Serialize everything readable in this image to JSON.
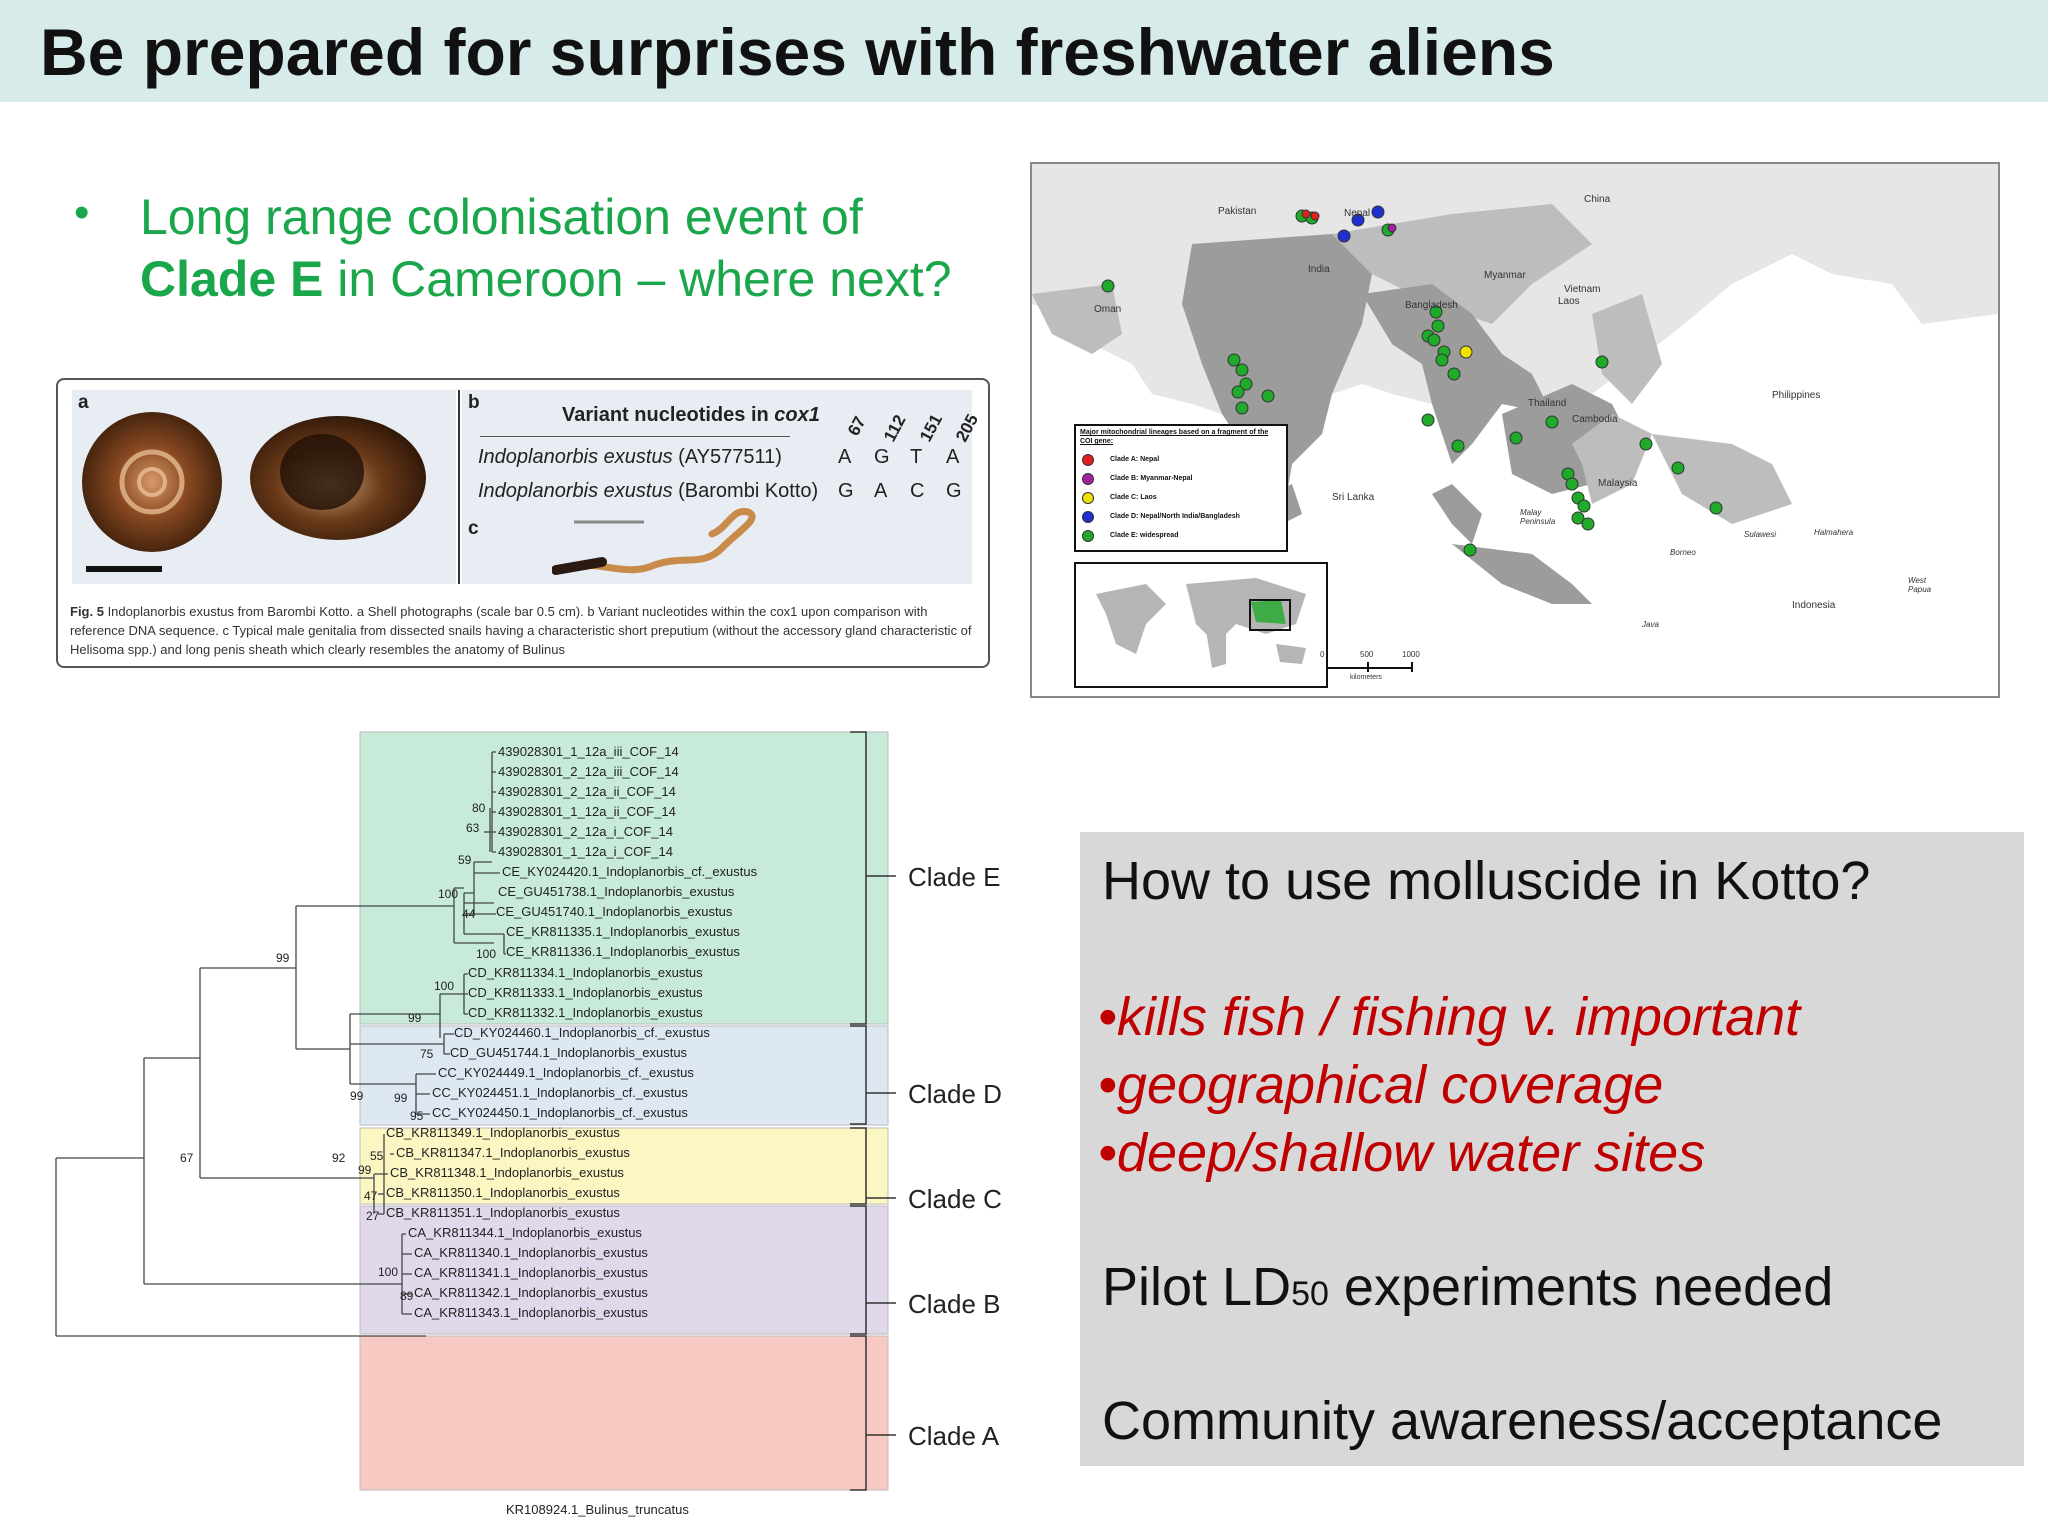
{
  "slide": {
    "title": "Be prepared for surprises with freshwater aliens",
    "bullet": {
      "part1": "Long range colonisation event of",
      "bold": "Clade E",
      "part2": " in Cameroon – where next?"
    }
  },
  "figure": {
    "panel_a": "a",
    "panel_b": "b",
    "panel_c": "c",
    "table_header": "Variant nucleotides in ",
    "table_header_gene": "cox1",
    "positions": [
      "67",
      "112",
      "151",
      "205"
    ],
    "rows": [
      {
        "species": "Indoplanorbis exustus",
        "ref": " (AY577511)",
        "bases": [
          "A",
          "G",
          "T",
          "A"
        ]
      },
      {
        "species": "Indoplanorbis exustus",
        "ref": " (Barombi Kotto)",
        "bases": [
          "G",
          "A",
          "C",
          "G"
        ]
      }
    ],
    "caption_label": "Fig. 5",
    "caption_text": " Indoplanorbis exustus from Barombi Kotto. a Shell photographs (scale bar 0.5 cm). b Variant nucleotides within the cox1 upon comparison with reference DNA sequence. c Typical male genitalia from dissected snails having a characteristic short preputium (without the accessory gland characteristic of Helisoma spp.) and long penis sheath which clearly resembles the anatomy of Bulinus"
  },
  "map": {
    "countries": [
      "Pakistan",
      "Nepal",
      "China",
      "India",
      "Oman",
      "Bangladesh",
      "Myanmar",
      "Vietnam",
      "Laos",
      "Thailand",
      "Cambodia",
      "Philippines",
      "Sri Lanka",
      "Malaysia",
      "Malay Peninsula",
      "Borneo",
      "Sulawesi",
      "Halmahera",
      "West Papua",
      "Java",
      "Indonesia"
    ],
    "legend_title": "Major mitochondrial lineages based on a fragment of the COI gene:",
    "legend": [
      {
        "label": "Clade A: Nepal",
        "color": "#e02020"
      },
      {
        "label": "Clade B: Myanmar-Nepal",
        "color": "#a020a0"
      },
      {
        "label": "Clade C: Laos",
        "color": "#f2e200"
      },
      {
        "label": "Clade D: Nepal/North India/Bangladesh",
        "color": "#2030d0"
      },
      {
        "label": "Clade E: widespread",
        "color": "#1faa2a"
      }
    ],
    "scale": [
      "0",
      "500",
      "1000"
    ],
    "scale_unit": "kilometers"
  },
  "tree": {
    "taxa": [
      "439028301_1_12a_iii_COF_14",
      "439028301_2_12a_iii_COF_14",
      "439028301_2_12a_ii_COF_14",
      "439028301_1_12a_ii_COF_14",
      "439028301_2_12a_i_COF_14",
      "439028301_1_12a_i_COF_14",
      "CE_KY024420.1_Indoplanorbis_cf._exustus",
      "CE_GU451738.1_Indoplanorbis_exustus",
      "CE_GU451740.1_Indoplanorbis_exustus",
      "CE_KR811335.1_Indoplanorbis_exustus",
      "CE_KR811336.1_Indoplanorbis_exustus",
      "CD_KR811334.1_Indoplanorbis_exustus",
      "CD_KR811333.1_Indoplanorbis_exustus",
      "CD_KR811332.1_Indoplanorbis_exustus",
      "CD_KY024460.1_Indoplanorbis_cf._exustus",
      "CD_GU451744.1_Indoplanorbis_exustus",
      "CC_KY024449.1_Indoplanorbis_cf._exustus",
      "CC_KY024451.1_Indoplanorbis_cf._exustus",
      "CC_KY024450.1_Indoplanorbis_cf._exustus",
      "CB_KR811349.1_Indoplanorbis_exustus",
      "CB_KR811347.1_Indoplanorbis_exustus",
      "CB_KR811348.1_Indoplanorbis_exustus",
      "CB_KR811350.1_Indoplanorbis_exustus",
      "CB_KR811351.1_Indoplanorbis_exustus",
      "CA_KR811344.1_Indoplanorbis_exustus",
      "CA_KR811340.1_Indoplanorbis_exustus",
      "CA_KR811341.1_Indoplanorbis_exustus",
      "CA_KR811342.1_Indoplanorbis_exustus",
      "CA_KR811343.1_Indoplanorbis_exustus",
      "KR108924.1_Bulinus_truncatus"
    ],
    "clades": [
      {
        "label": "Clade E",
        "color": "#c8ead8"
      },
      {
        "label": "Clade D",
        "color": "#dde8f3"
      },
      {
        "label": "Clade C",
        "color": "#fbf6c2"
      },
      {
        "label": "Clade B",
        "color": "#e1d8ec"
      },
      {
        "label": "Clade A",
        "color": "#f8c9c3"
      }
    ],
    "support": [
      "80",
      "63",
      "59",
      "100",
      "44",
      "100",
      "100",
      "99",
      "75",
      "99",
      "99",
      "95",
      "55",
      "99",
      "47",
      "27",
      "100",
      "89",
      "92",
      "67",
      "99"
    ]
  },
  "info_box": {
    "question": "How to use molluscide in Kotto?",
    "points": [
      "•kills fish / fishing v. important",
      "•geographical coverage",
      "•deep/shallow water sites"
    ],
    "pilot_pre": "Pilot LD",
    "pilot_sub": "50",
    "pilot_post": " experiments needed",
    "community": "Community awareness/acceptance"
  }
}
